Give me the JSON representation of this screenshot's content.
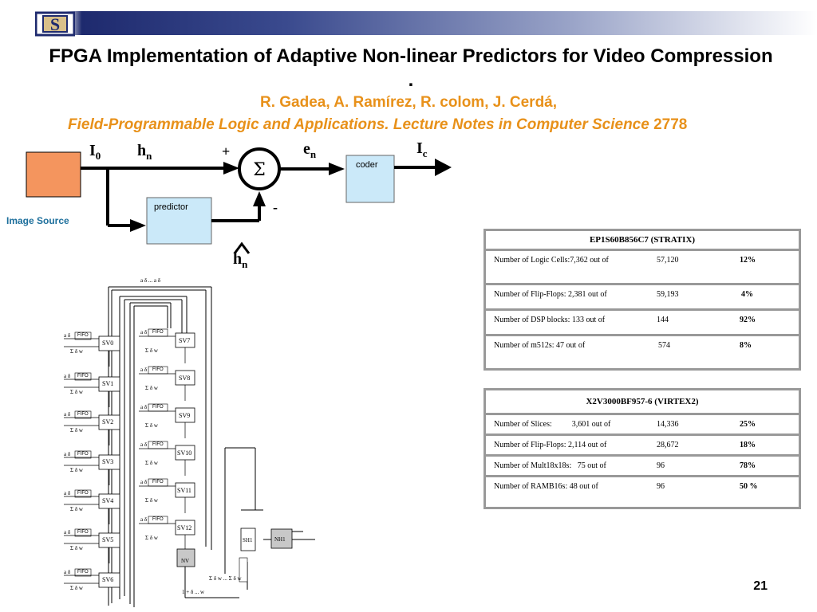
{
  "header": {
    "title": "FPGA Implementation of  Adaptive Non-linear Predictors for Video Compression .",
    "authors": "R. Gadea, A. Ramírez, R. colom, J. Cerdá,",
    "source": "Field-Programmable Logic and Applications. Lecture Notes in Computer Science",
    "source_number": "2778",
    "logo_text": "S"
  },
  "block_diagram": {
    "image_source_label": "Image Source",
    "predictor_label": "predictor",
    "coder_label": "coder",
    "sum_symbol": "Σ",
    "plus_sign": "+",
    "minus_sign": "-",
    "i0_main": "I",
    "i0_sub": "0",
    "hn_main": "h",
    "hn_sub": "n",
    "en_main": "e",
    "en_sub": "n",
    "ic_main": "I",
    "ic_sub": "c",
    "hhat_main": "h",
    "hhat_sub": "n",
    "colors": {
      "source_fill": "#f4955e",
      "box_fill": "#cbe9f9",
      "accent_orange": "#e8911a",
      "image_source_blue": "#1d6f9c"
    }
  },
  "architecture": {
    "sv_left": [
      "SV0",
      "SV1",
      "SV2",
      "SV3",
      "SV4",
      "SV5",
      "SV6"
    ],
    "sv_right": [
      "SV7",
      "SV8",
      "SV9",
      "SV10",
      "SV11",
      "SV12"
    ],
    "fifo_label": "FIFO",
    "nv_label": "NV",
    "sh1_label": "SH1",
    "nh1_label": "NH1"
  },
  "tables": [
    {
      "title": "EP1S60B856C7 (STRATIX)",
      "rows": [
        {
          "label": "Number of  Logic Cells:7,362 out of",
          "total": "57,120",
          "pct": "12%"
        },
        {
          "label": "Number of Flip-Flops: 2,381 out of",
          "total": "59,193",
          "pct": "4%"
        },
        {
          "label": "Number of  DSP blocks: 133 out of",
          "total": "144",
          "pct": "92%"
        },
        {
          "label": "Number of m512s:  47 out of",
          "total": "574",
          "pct": "8%"
        }
      ]
    },
    {
      "title": "X2V3000BF957-6 (VIRTEX2)",
      "rows": [
        {
          "label": "Number of Slices:          3,601 out of",
          "total": "14,336",
          "pct": "25%"
        },
        {
          "label": "Number of Flip-Flops: 2,114 out of",
          "total": "28,672",
          "pct": "18%"
        },
        {
          "label": "Number of Mult18x18s:   75 out of",
          "total": "96",
          "pct": "78%"
        },
        {
          "label": "Number of RAMB16s: 48 out of",
          "total": "96",
          "pct": "50 %"
        }
      ]
    }
  ],
  "page_number": "21"
}
